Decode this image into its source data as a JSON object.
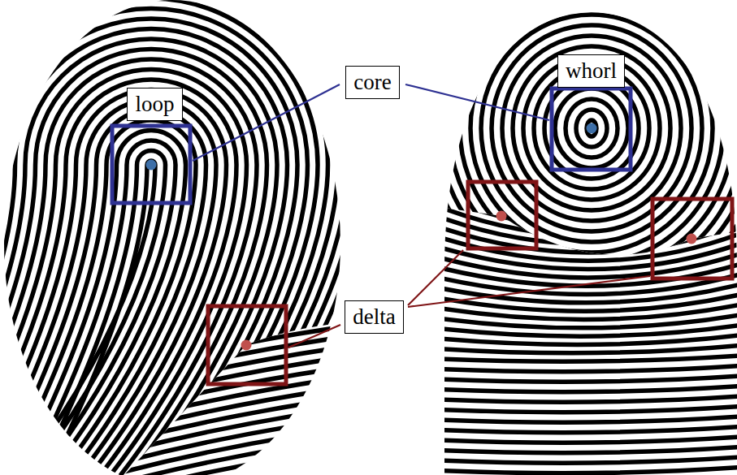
{
  "diagram": {
    "nodes": [
      {
        "text": [
          "loop"
        ]
      },
      {
        "text": [
          "core"
        ]
      },
      {
        "text": [
          "whorl"
        ]
      },
      {
        "text": [
          "delta"
        ]
      }
    ]
  }
}
